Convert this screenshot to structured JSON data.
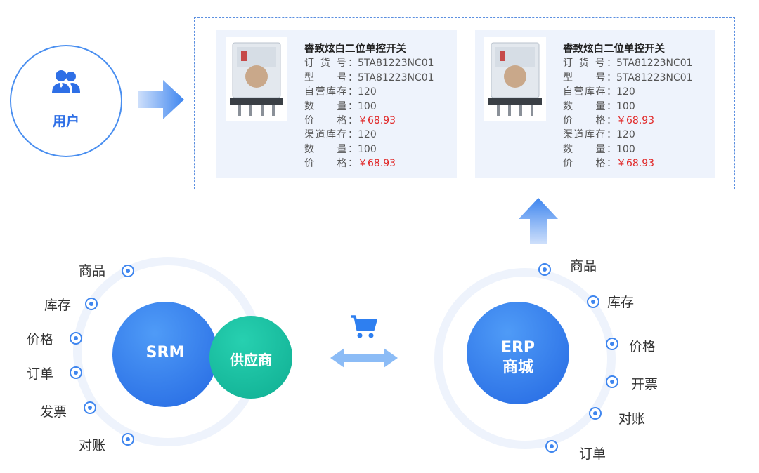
{
  "user": {
    "label": "用户"
  },
  "srm": {
    "label": "SRM",
    "supplier_label": "供应商"
  },
  "erp": {
    "label_line1": "ERP",
    "label_line2": "商城"
  },
  "left_items": [
    "商品",
    "库存",
    "价格",
    "订单",
    "发票",
    "对账"
  ],
  "right_items": [
    "商品",
    "库存",
    "价格",
    "开票",
    "对账",
    "订单"
  ],
  "products": [
    {
      "title": "睿致炫白二位单控开关",
      "rows": [
        {
          "label": "订 货 号：",
          "value": "5TA81223NC01",
          "price": false
        },
        {
          "label": "型　　号：",
          "value": "5TA81223NC01",
          "price": false
        },
        {
          "label": "自营库存：",
          "value": "120",
          "price": false
        },
        {
          "label": "数　　量：",
          "value": "100",
          "price": false
        },
        {
          "label": "价　　格：",
          "value": "￥68.93",
          "price": true
        },
        {
          "label": "渠道库存：",
          "value": "120",
          "price": false
        },
        {
          "label": "数　　量：",
          "value": "100",
          "price": false
        },
        {
          "label": "价　　格：",
          "value": "￥68.93",
          "price": true
        }
      ]
    },
    {
      "title": "睿致炫白二位单控开关",
      "rows": [
        {
          "label": "订 货 号：",
          "value": "5TA81223NC01",
          "price": false
        },
        {
          "label": "型　　号：",
          "value": "5TA81223NC01",
          "price": false
        },
        {
          "label": "自营库存：",
          "value": "120",
          "price": false
        },
        {
          "label": "数　　量：",
          "value": "100",
          "price": false
        },
        {
          "label": "价　　格：",
          "value": "￥68.93",
          "price": true
        },
        {
          "label": "渠道库存：",
          "value": "120",
          "price": false
        },
        {
          "label": "数　　量：",
          "value": "100",
          "price": false
        },
        {
          "label": "价　　格：",
          "value": "￥68.93",
          "price": true
        }
      ]
    }
  ],
  "colors": {
    "primary": "#2e6fe6",
    "teal": "#0fae92",
    "price": "#e12828",
    "card_bg": "#eef3fc"
  },
  "icons": {
    "user": "users-icon",
    "cart": "shopping-cart-icon"
  }
}
